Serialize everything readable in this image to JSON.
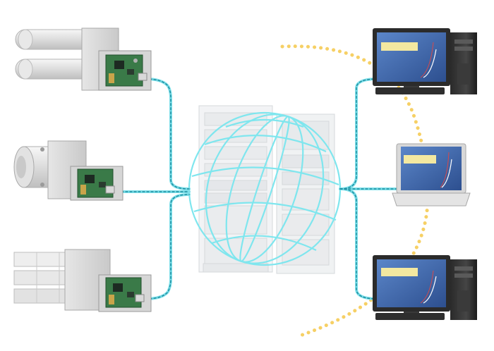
{
  "diagram": {
    "accent_cable": "#7ee0ea",
    "accent_dots": "#f5c84a",
    "cable_cores": "#1e8ea0",
    "globe_color": "#7fe6ee",
    "server_color": "#e9ecef",
    "monitor_screen": "#4a74b8",
    "pcb_green": "#3a7a48"
  },
  "nodes": {
    "devices": [
      {
        "name": "top-device"
      },
      {
        "name": "middle-device"
      },
      {
        "name": "bottom-device"
      }
    ],
    "clients": [
      {
        "name": "top-workstation"
      },
      {
        "name": "laptop"
      },
      {
        "name": "bottom-workstation"
      }
    ],
    "center": {
      "name": "network-globe-servers"
    }
  }
}
